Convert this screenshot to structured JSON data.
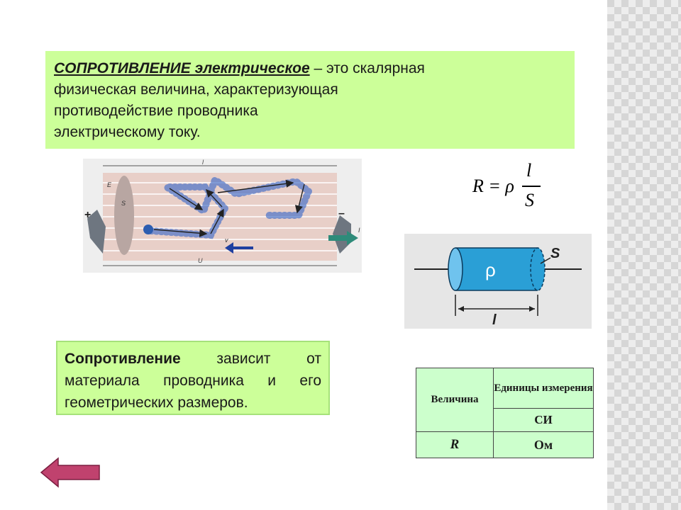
{
  "definition": {
    "term": "СОПРОТИВЛЕНИЕ электрическое",
    "line1_rest": " – это скалярная",
    "line2": "физическая величина, характеризующая",
    "line3": "противодействие проводника",
    "line4": "электрическому току."
  },
  "formula": {
    "lhs": "R = ρ",
    "numerator": "l",
    "denominator": "S"
  },
  "wire_figure": {
    "length_label": "l",
    "area_label": "S",
    "field_label": "E",
    "velocity_label": "v",
    "voltage_label": "U",
    "current_label": "I",
    "plus": "+",
    "minus": "–"
  },
  "cylinder_figure": {
    "rho_label": "ρ",
    "area_label": "S",
    "length_label": "l"
  },
  "dependency": {
    "bold": "Сопротивление",
    "rest": " зависит от материала проводника и его геометрических размеров."
  },
  "units_table": {
    "quantity_header": "Величина",
    "units_header": "Единицы измерения",
    "system": "СИ",
    "symbol": "R",
    "unit": "Ом"
  },
  "colors": {
    "accent_green": "#ccff99",
    "table_green": "#ccffcc",
    "arrow": "#c0426e"
  },
  "nav": {
    "back_icon": "back-arrow-icon"
  }
}
